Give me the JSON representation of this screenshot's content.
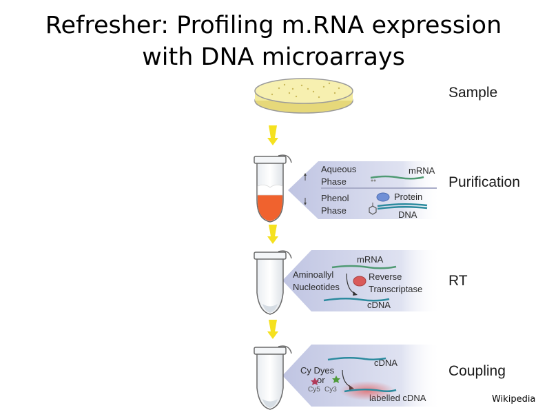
{
  "slide": {
    "title_line1": "Refresher:  Profiling m.RNA expression",
    "title_line2": "with DNA microarrays",
    "credit": "Wikipedia"
  },
  "steps": {
    "sample": "Sample",
    "purification": "Purification",
    "rt": "RT",
    "coupling": "Coupling"
  },
  "purification_panel": {
    "aqueous_1": "Aqueous",
    "aqueous_2": "Phase",
    "phenol_1": "Phenol",
    "phenol_2": "Phase",
    "mrna": "mRNA",
    "protein": "Protein",
    "dna": "DNA"
  },
  "rt_panel": {
    "mrna": "mRNA",
    "aminoallyl_1": "Aminoallyl",
    "aminoallyl_2": "Nucleotides",
    "reverse_1": "Reverse",
    "reverse_2": "Transcriptase",
    "cdna": "cDNA"
  },
  "coupling_panel": {
    "cdna": "cDNA",
    "cy_dyes": "Cy Dyes",
    "or": "or",
    "cy5": "Cy5",
    "cy3": "Cy3",
    "labelled": "labelled cDNA"
  },
  "colors": {
    "arrow_yellow": "#f5e11f",
    "tube_red": "#f0622e",
    "panel_blue": "#c9cde6",
    "strand_green": "#4f9a73",
    "strand_teal": "#2b8a9e",
    "protein_blue": "#6f8fd6",
    "enzyme_red": "#d95a5a"
  }
}
